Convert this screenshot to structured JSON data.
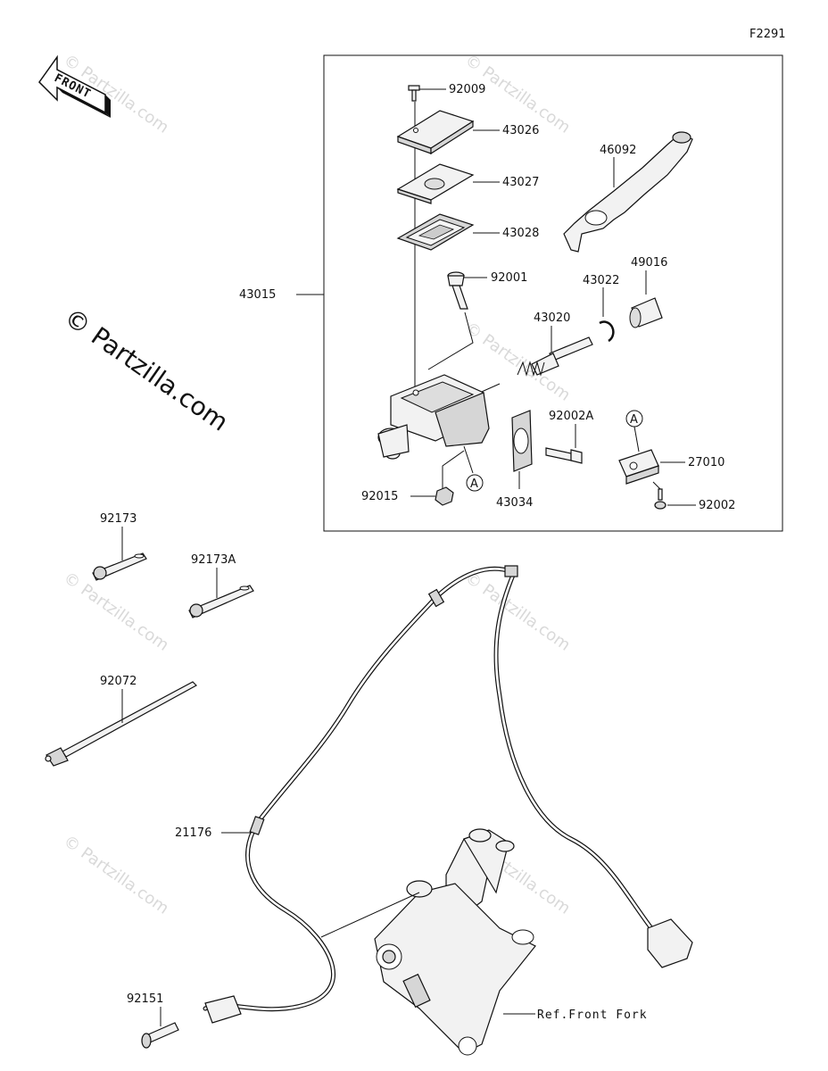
{
  "figure_code": "F2291",
  "front_arrow": {
    "text": "FRONT"
  },
  "watermark": {
    "text": "© Partzilla.com"
  },
  "callouts": {
    "ref_a": "A"
  },
  "parts": [
    {
      "id": "p92009",
      "number": "92009"
    },
    {
      "id": "p43026",
      "number": "43026"
    },
    {
      "id": "p43027",
      "number": "43027"
    },
    {
      "id": "p43028",
      "number": "43028"
    },
    {
      "id": "p46092",
      "number": "46092"
    },
    {
      "id": "p92001",
      "number": "92001"
    },
    {
      "id": "p43015",
      "number": "43015"
    },
    {
      "id": "p49016",
      "number": "49016"
    },
    {
      "id": "p43022",
      "number": "43022"
    },
    {
      "id": "p43020",
      "number": "43020"
    },
    {
      "id": "p92002A",
      "number": "92002A"
    },
    {
      "id": "p27010",
      "number": "27010"
    },
    {
      "id": "p92015",
      "number": "92015"
    },
    {
      "id": "p43034",
      "number": "43034"
    },
    {
      "id": "p92002",
      "number": "92002"
    },
    {
      "id": "p92173",
      "number": "92173"
    },
    {
      "id": "p92173A",
      "number": "92173A"
    },
    {
      "id": "p92072",
      "number": "92072"
    },
    {
      "id": "p21176",
      "number": "21176"
    },
    {
      "id": "p92151",
      "number": "92151"
    }
  ],
  "reference_label": "Ref.Front Fork"
}
